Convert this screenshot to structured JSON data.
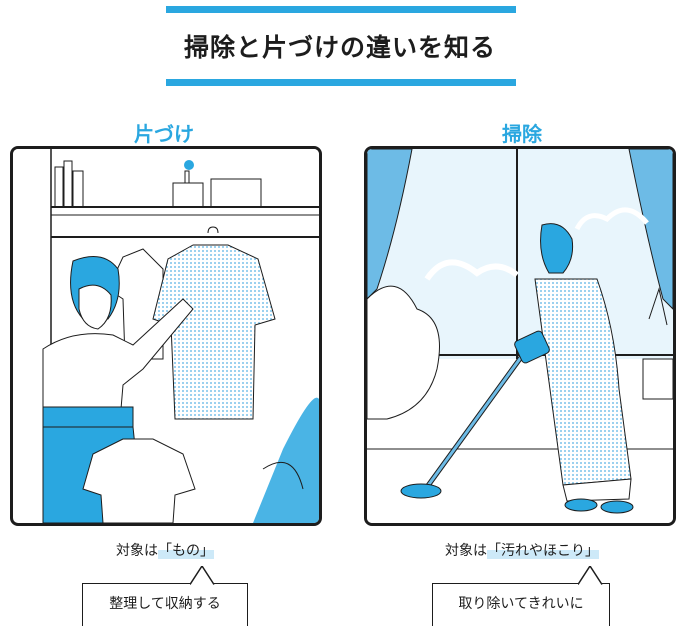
{
  "heading": "掃除と片づけの違いを知る",
  "left": {
    "label": "片づけ",
    "target_prefix": "対象は",
    "target_value": "「もの」",
    "action": "整理して収納する"
  },
  "right": {
    "label": "掃除",
    "target_prefix": "対象は",
    "target_value": "「汚れやほこり」",
    "action": "取り除いてきれいに"
  },
  "colors": {
    "accent": "#2aa7e0",
    "light": "#cde9f8",
    "ink": "#1d1d1d"
  }
}
